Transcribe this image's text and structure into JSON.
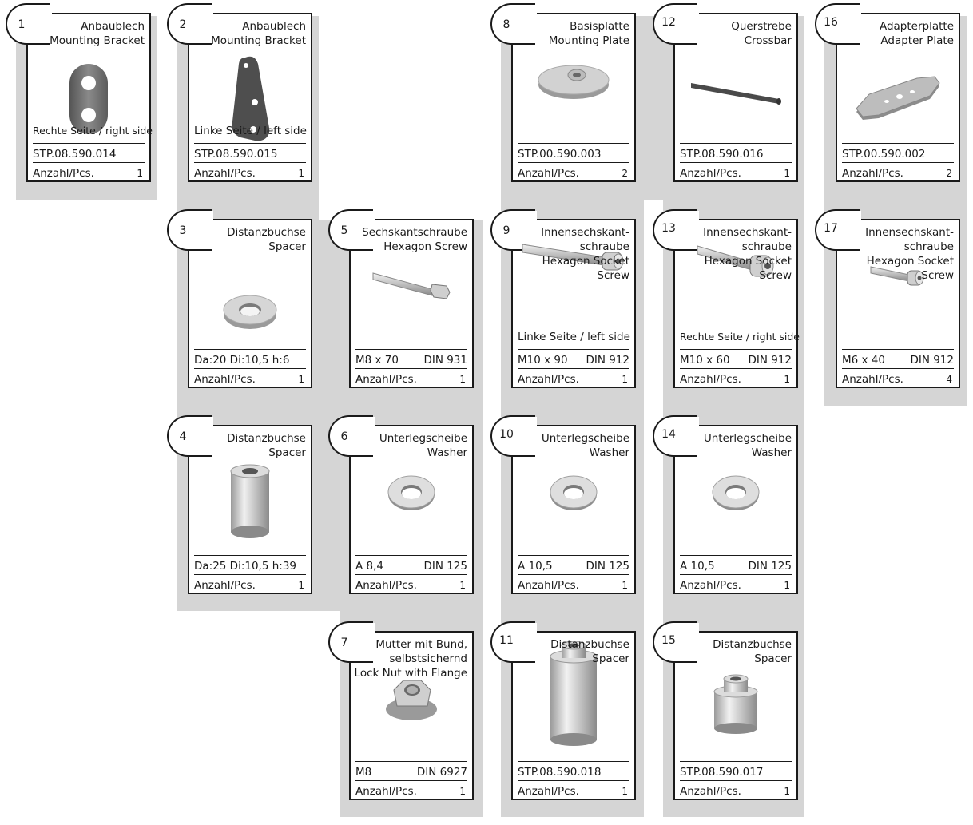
{
  "qty_label": "Anzahl/Pcs.",
  "parts": [
    {
      "num": "1",
      "title": [
        "Anbaublech",
        "Mounting Bracket"
      ],
      "note": "Rechte Seite / right side",
      "spec_left": "STP.08.590.014",
      "spec_right": "",
      "qty": "1",
      "icon": "mounting-bracket-right-icon"
    },
    {
      "num": "2",
      "title": [
        "Anbaublech",
        "Mounting Bracket"
      ],
      "note": "Linke Seite / left side",
      "spec_left": "STP.08.590.015",
      "spec_right": "",
      "qty": "1",
      "icon": "mounting-bracket-left-icon"
    },
    {
      "num": "3",
      "title": [
        "Distanzbuchse",
        "Spacer"
      ],
      "note": "",
      "spec_left": "Da:20 Di:10,5 h:6",
      "spec_right": "",
      "qty": "1",
      "icon": "flat-spacer-icon"
    },
    {
      "num": "4",
      "title": [
        "Distanzbuchse",
        "Spacer"
      ],
      "note": "",
      "spec_left": "Da:25 Di:10,5 h:39",
      "spec_right": "",
      "qty": "1",
      "icon": "tall-spacer-icon"
    },
    {
      "num": "5",
      "title": [
        "Sechskantschraube",
        "Hexagon Screw"
      ],
      "note": "",
      "spec_left": "M8 x 70",
      "spec_right": "DIN 931",
      "qty": "1",
      "icon": "hexagon-screw-icon"
    },
    {
      "num": "6",
      "title": [
        "Unterlegscheibe",
        "Washer"
      ],
      "note": "",
      "spec_left": "A 8,4",
      "spec_right": "DIN 125",
      "qty": "1",
      "icon": "washer-icon"
    },
    {
      "num": "7",
      "title": [
        "Mutter mit Bund,",
        "selbstsichernd",
        "Lock Nut with Flange"
      ],
      "note": "",
      "spec_left": "M8",
      "spec_right": "DIN 6927",
      "qty": "1",
      "icon": "flange-nut-icon"
    },
    {
      "num": "8",
      "title": [
        "Basisplatte",
        "Mounting Plate"
      ],
      "note": "",
      "spec_left": "STP.00.590.003",
      "spec_right": "",
      "qty": "2",
      "icon": "base-plate-icon"
    },
    {
      "num": "9",
      "title": [
        "Innensechskant-",
        "schraube",
        "Hexagon Socket",
        "Screw"
      ],
      "note": "Linke Seite / left side",
      "spec_left": "M10 x 90",
      "spec_right": "DIN 912",
      "qty": "1",
      "icon": "socket-screw-long-icon"
    },
    {
      "num": "10",
      "title": [
        "Unterlegscheibe",
        "Washer"
      ],
      "note": "",
      "spec_left": "A 10,5",
      "spec_right": "DIN 125",
      "qty": "1",
      "icon": "washer-icon"
    },
    {
      "num": "11",
      "title": [
        "Distanzbuchse",
        "Spacer"
      ],
      "note": "",
      "spec_left": "STP.08.590.018",
      "spec_right": "",
      "qty": "1",
      "icon": "tall-stepped-spacer-icon"
    },
    {
      "num": "12",
      "title": [
        "Querstrebe",
        "Crossbar"
      ],
      "note": "",
      "spec_left": "STP.08.590.016",
      "spec_right": "",
      "qty": "1",
      "icon": "crossbar-icon"
    },
    {
      "num": "13",
      "title": [
        "Innensechskant-",
        "schraube",
        "Hexagon Socket",
        "Screw"
      ],
      "note": "Rechte Seite / right side",
      "spec_left": "M10 x 60",
      "spec_right": "DIN 912",
      "qty": "1",
      "icon": "socket-screw-medium-icon"
    },
    {
      "num": "14",
      "title": [
        "Unterlegscheibe",
        "Washer"
      ],
      "note": "",
      "spec_left": "A 10,5",
      "spec_right": "DIN 125",
      "qty": "1",
      "icon": "washer-icon"
    },
    {
      "num": "15",
      "title": [
        "Distanzbuchse",
        "Spacer"
      ],
      "note": "",
      "spec_left": "STP.08.590.017",
      "spec_right": "",
      "qty": "1",
      "icon": "short-stepped-spacer-icon"
    },
    {
      "num": "16",
      "title": [
        "Adapterplatte",
        "Adapter Plate"
      ],
      "note": "",
      "spec_left": "STP.00.590.002",
      "spec_right": "",
      "qty": "2",
      "icon": "adapter-plate-icon"
    },
    {
      "num": "17",
      "title": [
        "Innensechskant-",
        "schraube",
        "Hexagon Socket",
        "Screw"
      ],
      "note": "",
      "spec_left": "M6 x 40",
      "spec_right": "DIN 912",
      "qty": "4",
      "icon": "socket-screw-short-icon"
    }
  ]
}
